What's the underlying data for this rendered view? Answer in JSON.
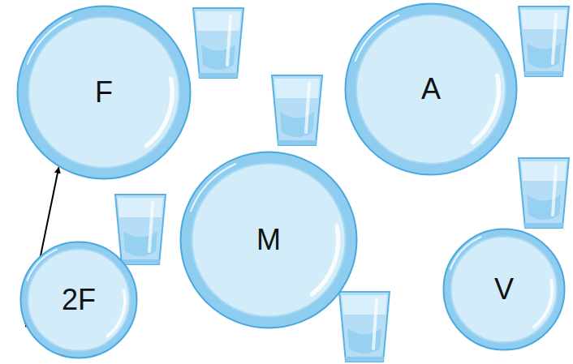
{
  "diagram": {
    "nodes": [
      {
        "text": [
          "F"
        ]
      },
      {
        "text": [
          "A"
        ]
      },
      {
        "text": [
          "M"
        ]
      },
      {
        "text": [
          "2F"
        ]
      },
      {
        "text": [
          "V"
        ]
      }
    ],
    "edges": [
      {
        "from": 0,
        "to": 3,
        "arrow": "both"
      }
    ]
  }
}
